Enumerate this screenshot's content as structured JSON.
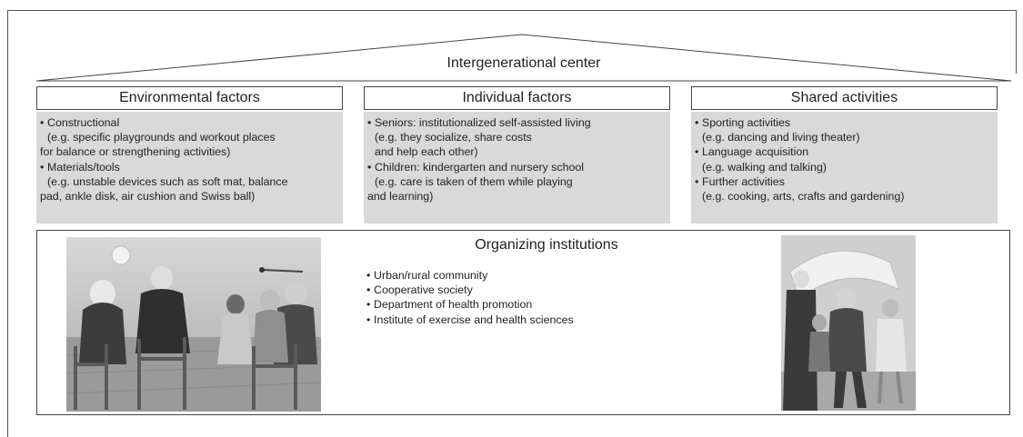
{
  "title": "Intergenerational center",
  "columns": [
    {
      "heading": "Environmental factors",
      "items": [
        {
          "label": "Constructional",
          "detail": "(e.g. specific playgrounds and workout places",
          "detail2": "for balance or strengthening activities)"
        },
        {
          "label": "Materials/tools",
          "detail": "(e.g. unstable devices such as soft mat, balance",
          "detail2": "pad, ankle disk, air cushion and Swiss ball)"
        }
      ]
    },
    {
      "heading": "Individual factors",
      "items": [
        {
          "label": "Seniors: institutionalized self-assisted living",
          "detail": "(e.g. they socialize, share costs",
          "detail2": "and help each other)"
        },
        {
          "label": "Children: kindergarten and nursery school",
          "detail": "(e.g. care is taken of them while playing",
          "detail2": "and learning)"
        }
      ]
    },
    {
      "heading": "Shared activities",
      "items": [
        {
          "label": "Sporting activities",
          "detail": "(e.g. dancing and living theater)"
        },
        {
          "label": "Language acquisition",
          "detail": "(e.g. walking and talking)"
        },
        {
          "label": "Further activities",
          "detail": "(e.g. cooking, arts, crafts and gardening)"
        }
      ]
    }
  ],
  "organizing": {
    "heading": "Organizing institutions",
    "items": [
      "Urban/rural community",
      "Cooperative society",
      "Department of health promotion",
      "Institute of exercise and health sciences"
    ]
  },
  "bullet": "•",
  "colors": {
    "box_fill": "#d9d9d9",
    "line": "#444444"
  }
}
